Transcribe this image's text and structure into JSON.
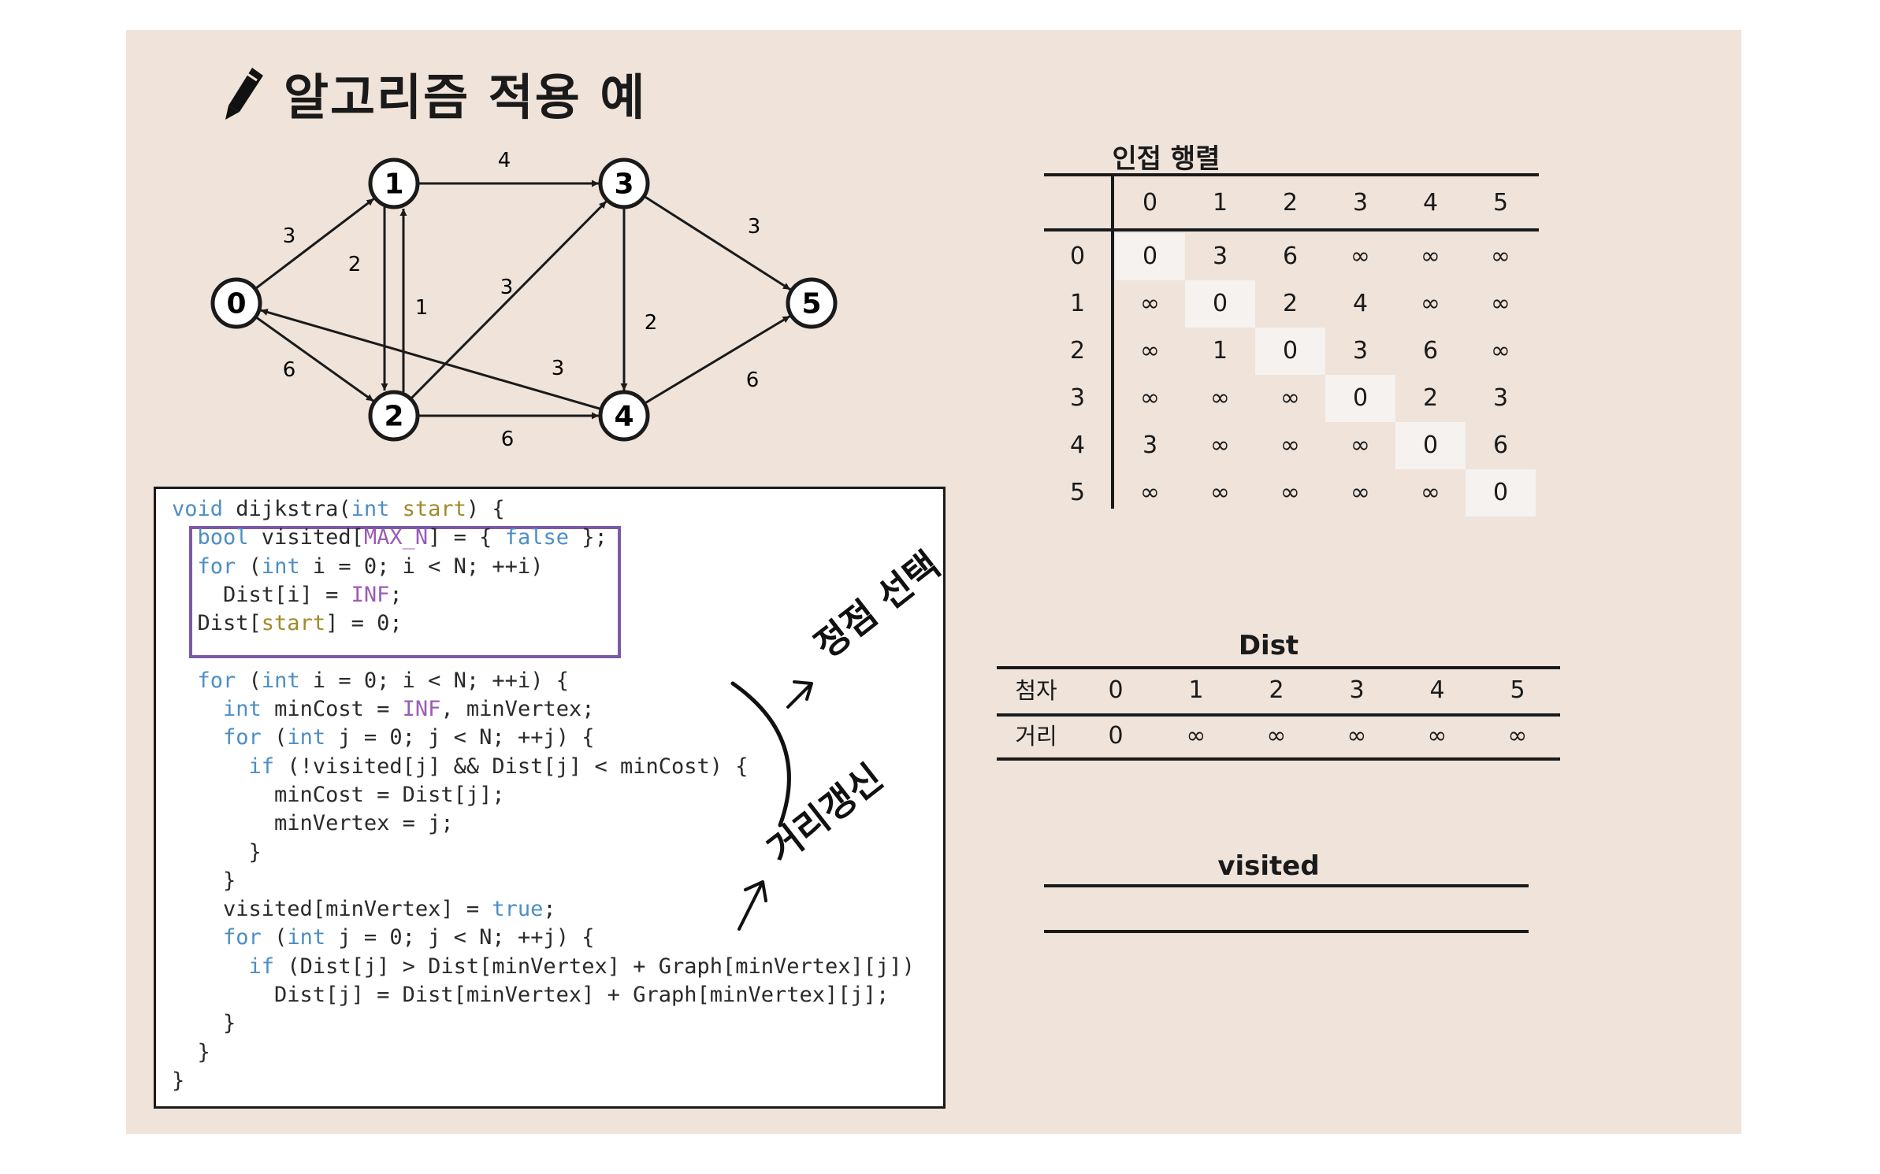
{
  "title": "알고리즘 적용 예",
  "graph": {
    "nodes": [
      "0",
      "1",
      "2",
      "3",
      "4",
      "5"
    ],
    "edges": [
      {
        "from": "0",
        "to": "1",
        "weight": "3"
      },
      {
        "from": "0",
        "to": "2",
        "weight": "6"
      },
      {
        "from": "1",
        "to": "3",
        "weight": "4"
      },
      {
        "from": "1",
        "to": "2",
        "weight": "2"
      },
      {
        "from": "2",
        "to": "1",
        "weight": "1"
      },
      {
        "from": "2",
        "to": "3",
        "weight": "3"
      },
      {
        "from": "2",
        "to": "4",
        "weight": "6"
      },
      {
        "from": "3",
        "to": "4",
        "weight": "2"
      },
      {
        "from": "3",
        "to": "5",
        "weight": "3"
      },
      {
        "from": "4",
        "to": "0",
        "weight": "3"
      },
      {
        "from": "4",
        "to": "5",
        "weight": "6"
      }
    ]
  },
  "code": {
    "lines": [
      "void dijkstra(int start) {",
      "  bool visited[MAX_N] = { false };",
      "  for (int i = 0; i < N; ++i)",
      "    Dist[i] = INF;",
      "  Dist[start] = 0;",
      "",
      "  for (int i = 0; i < N; ++i) {",
      "    int minCost = INF, minVertex;",
      "    for (int j = 0; j < N; ++j) {",
      "      if (!visited[j] && Dist[j] < minCost) {",
      "        minCost = Dist[j];",
      "        minVertex = j;",
      "      }",
      "    }",
      "    visited[minVertex] = true;",
      "    for (int j = 0; j < N; ++j) {",
      "      if (Dist[j] > Dist[minVertex] + Graph[minVertex][j])",
      "        Dist[j] = Dist[minVertex] + Graph[minVertex][j];",
      "    }",
      "  }",
      "}"
    ]
  },
  "annotations": {
    "select_vertex": "정점 선택",
    "update_distance": "거리갱신"
  },
  "adjacency": {
    "title": "인접 행렬",
    "headers": [
      "0",
      "1",
      "2",
      "3",
      "4",
      "5"
    ],
    "rows": [
      {
        "label": "0",
        "cells": [
          "0",
          "3",
          "6",
          "∞",
          "∞",
          "∞"
        ]
      },
      {
        "label": "1",
        "cells": [
          "∞",
          "0",
          "2",
          "4",
          "∞",
          "∞"
        ]
      },
      {
        "label": "2",
        "cells": [
          "∞",
          "1",
          "0",
          "3",
          "6",
          "∞"
        ]
      },
      {
        "label": "3",
        "cells": [
          "∞",
          "∞",
          "∞",
          "0",
          "2",
          "3"
        ]
      },
      {
        "label": "4",
        "cells": [
          "3",
          "∞",
          "∞",
          "∞",
          "0",
          "6"
        ]
      },
      {
        "label": "5",
        "cells": [
          "∞",
          "∞",
          "∞",
          "∞",
          "∞",
          "0"
        ]
      }
    ]
  },
  "dist": {
    "title": "Dist",
    "index_label": "첨자",
    "value_label": "거리",
    "indices": [
      "0",
      "1",
      "2",
      "3",
      "4",
      "5"
    ],
    "values": [
      "0",
      "∞",
      "∞",
      "∞",
      "∞",
      "∞"
    ]
  },
  "visited": {
    "title": "visited"
  }
}
